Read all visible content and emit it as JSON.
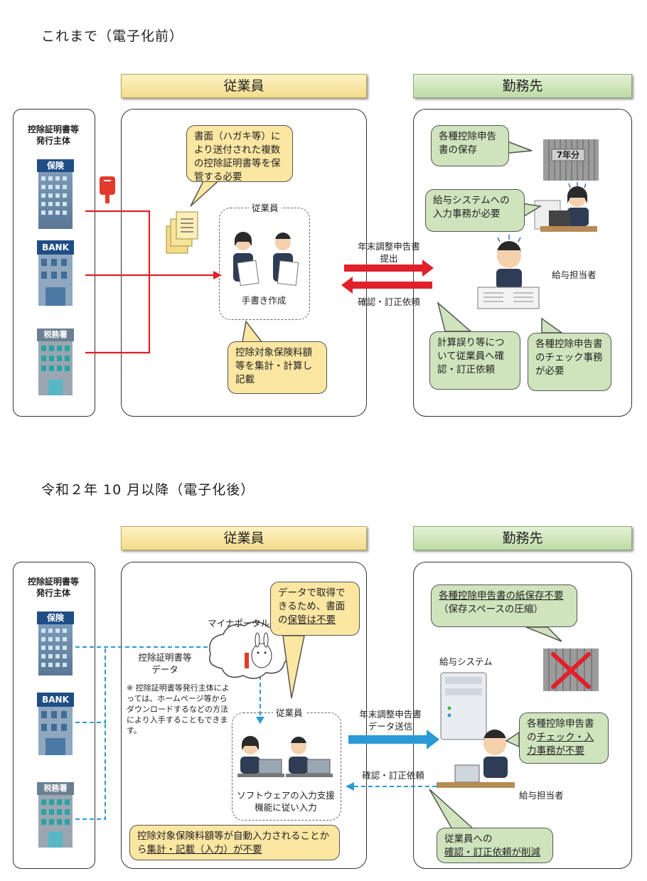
{
  "before": {
    "section_title": "これまで（電子化前）",
    "issuer_title_line1": "控除証明書等",
    "issuer_title_line2": "発行主体",
    "employee_header": "従業員",
    "employer_header": "勤務先",
    "building_insurance": "保険",
    "building_bank": "BANK",
    "building_tax": "税務署",
    "bubble_documents": "書面（ハガキ等）により送付された複数の控除証明書等を保管する必要",
    "employee_label": "従業員",
    "handwriting_label": "手書き作成",
    "bubble_calculate": "控除対象保険料額等を集計・計算し記載",
    "arrow_submit_line1": "年末調整申告書",
    "arrow_submit_line2": "提出",
    "arrow_correction": "確認・訂正依頼",
    "bubble_storage": "各種控除申告書の保存",
    "binder_label": "7年分",
    "bubble_input": "給与システムへの入力事務が必要",
    "payroll_label": "給与担当者",
    "bubble_error": "計算誤り等について従業員へ確認・訂正依頼",
    "bubble_check": "各種控除申告書のチェック事務が必要"
  },
  "after": {
    "section_title": "令和２年 10 月以降（電子化後）",
    "issuer_title_line1": "控除証明書等",
    "issuer_title_line2": "発行主体",
    "employee_header": "従業員",
    "employer_header": "勤務先",
    "building_insurance": "保険",
    "building_bank": "BANK",
    "building_tax": "税務署",
    "mynaportal_label": "マイナポータル",
    "cert_data_line1": "控除証明書等",
    "cert_data_line2": "データ",
    "note": "※ 控除証明書等発行主体によっては、ホームページ等からダウンロードするなどの方法により入手することもできます。",
    "bubble_data_a": "データで取得できるため、書面の",
    "bubble_data_b": "保管は不要",
    "employee_label": "従業員",
    "software_line1": "ソフトウェアの入力支援",
    "software_line2": "機能に従い入力",
    "bubble_auto_a": "控除対象保険料額等が自動入力されることから",
    "bubble_auto_b": "集計・記載（入力）が不要",
    "arrow_send_line1": "年末調整申告書",
    "arrow_send_line2": "データ送信",
    "arrow_correction": "確認・訂正依頼",
    "bubble_paper_a": "各種控除申告書の紙保存不要",
    "bubble_paper_b": "（保存スペースの圧縮）",
    "payroll_system_label": "給与システム",
    "bubble_check_a": "各種控除申告書の",
    "bubble_check_b": "チェック・入力事務が不要",
    "payroll_label": "給与担当者",
    "bubble_reduced_a": "従業員への",
    "bubble_reduced_b": "確認・訂正依頼が削減"
  },
  "colors": {
    "red_arrow": "#e0202a",
    "blue_arrow": "#2b9ad6",
    "yellow_bubble": "#fbe6a2",
    "green_bubble": "#cfe4bd"
  }
}
